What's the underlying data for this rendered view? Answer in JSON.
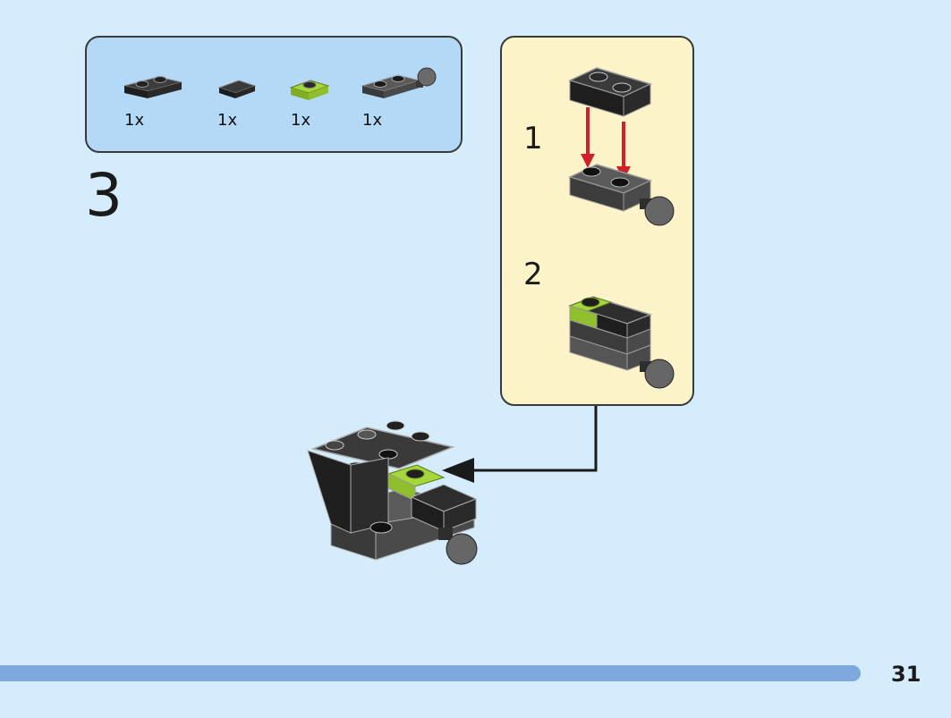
{
  "parts_list": {
    "items": [
      {
        "qty": "1x",
        "icon": "black-plate-1x2-icon",
        "color": "#2b2b2b"
      },
      {
        "qty": "1x",
        "icon": "black-tile-1x1-icon",
        "color": "#2b2b2b"
      },
      {
        "qty": "1x",
        "icon": "lime-plate-1x1-icon",
        "color": "#a5d63a"
      },
      {
        "qty": "1x",
        "icon": "grey-plate-ball-joint-icon",
        "color": "#5f5f5f"
      }
    ]
  },
  "step": {
    "number": "3",
    "substeps": [
      {
        "number": "1"
      },
      {
        "number": "2"
      }
    ]
  },
  "page": {
    "number": "31",
    "progress_color": "#7fa8df"
  },
  "colors": {
    "background": "#d4ecfb",
    "parts_box": "#b3d9f7",
    "substep_box": "#fdf3c8",
    "arrow_red": "#d0202a"
  }
}
